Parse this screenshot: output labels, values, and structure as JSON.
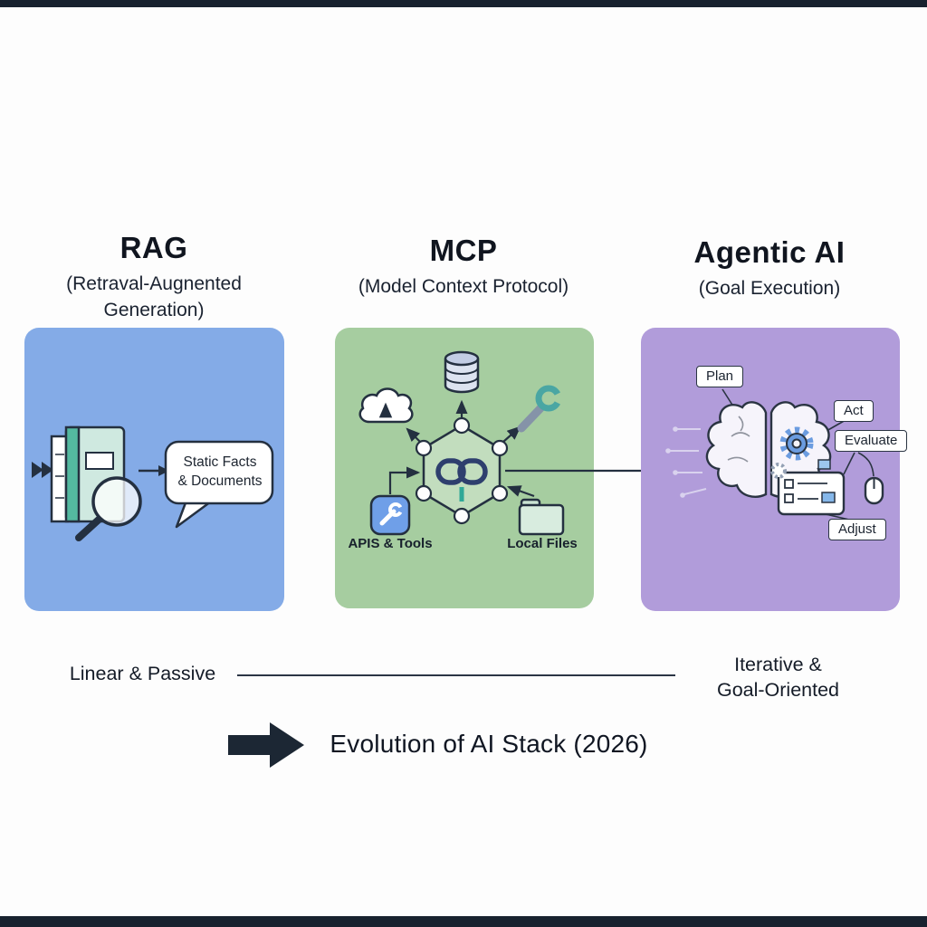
{
  "colors": {
    "rag_box": "#84abe7",
    "mcp_box": "#a6cda0",
    "agentic_box": "#b19cda",
    "ink": "#1d2633",
    "bar": "#18222f",
    "accent_blue": "#6f9fe8",
    "accent_teal": "#4aa6a3",
    "gear_blue": "#6b9ce0"
  },
  "rag": {
    "title": "RAG",
    "subtitle_line1": "(Retraval-Augnented",
    "subtitle_line2": "Generation)",
    "bubble_line1": "Static Facts",
    "bubble_line2": "& Documents"
  },
  "mcp": {
    "title": "MCP",
    "subtitle": "(Model Context Protocol)",
    "label_apis": "APIS & Tools",
    "label_files": "Local Files"
  },
  "agentic": {
    "title": "Agentic AI",
    "subtitle": "(Goal Execution)",
    "tag_plan": "Plan",
    "tag_act": "Act",
    "tag_evaluate": "Evaluate",
    "tag_adjust": "Adjust"
  },
  "footer": {
    "left_label": "Linear & Passive",
    "right_line1": "Iterative &",
    "right_line2": "Goal-Oriented",
    "caption": "Evolution of AI Stack (2026)"
  }
}
